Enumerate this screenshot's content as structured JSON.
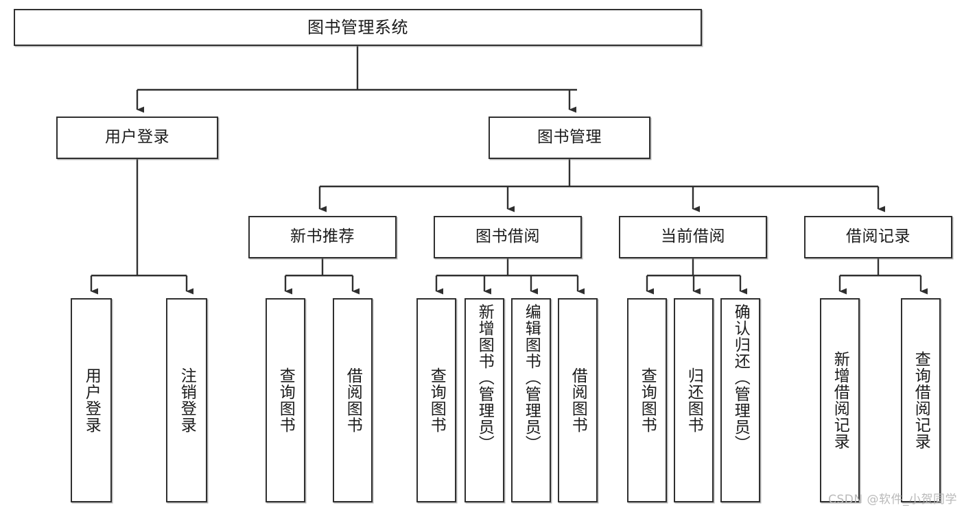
{
  "diagram": {
    "title": "图书管理系统",
    "type": "tree",
    "nodes": {
      "root": {
        "label": "图书管理系统"
      },
      "l2": [
        {
          "label": "用户登录"
        },
        {
          "label": "图书管理"
        }
      ],
      "l3": [
        {
          "label": "新书推荐"
        },
        {
          "label": "图书借阅"
        },
        {
          "label": "当前借阅"
        },
        {
          "label": "借阅记录"
        }
      ],
      "leaves_user_login": [
        {
          "label": "用户登录"
        },
        {
          "label": "注销登录"
        }
      ],
      "leaves_new_books": [
        {
          "label": "查询图书"
        },
        {
          "label": "借阅图书"
        }
      ],
      "leaves_borrow": [
        {
          "label": "查询图书"
        },
        {
          "label": "新增图书（管理员）"
        },
        {
          "label": "编辑图书（管理员）"
        },
        {
          "label": "借阅图书"
        }
      ],
      "leaves_current": [
        {
          "label": "查询图书"
        },
        {
          "label": "归还图书"
        },
        {
          "label": "确认归还（管理员）"
        }
      ],
      "leaves_records": [
        {
          "label": "新增借阅记录"
        },
        {
          "label": "查询借阅记录"
        }
      ]
    },
    "watermark": "CSDN @软件_小贺同学",
    "colors": {
      "stroke": "#2f2f2f",
      "fill": "#ffffff",
      "text": "#1b1b1b",
      "watermark": "#b9b9b9"
    }
  }
}
